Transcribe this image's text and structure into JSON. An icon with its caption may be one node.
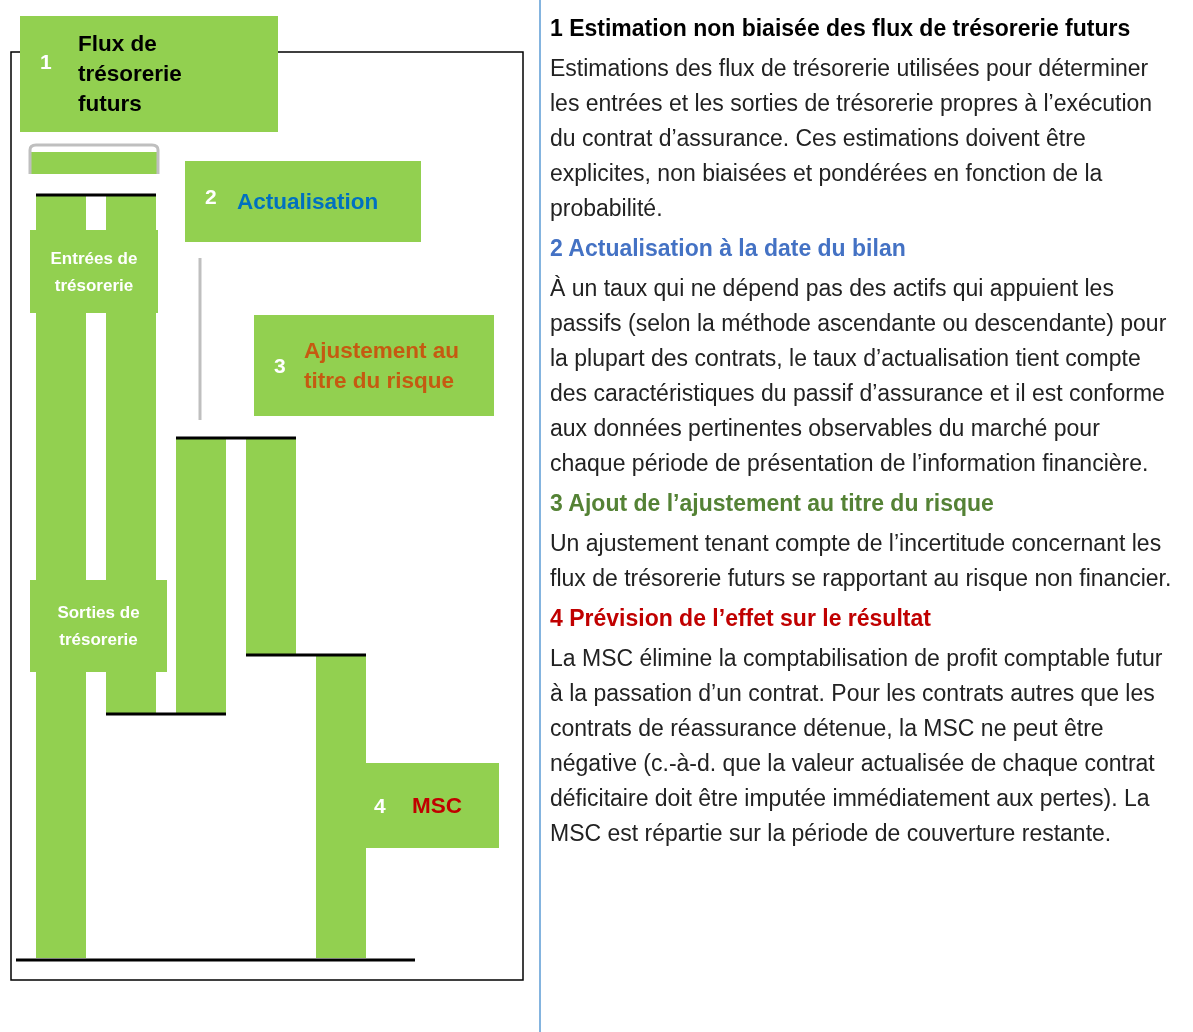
{
  "diagram": {
    "nodes": [
      {
        "text": [
          "1",
          "Flux de trésorerie futurs"
        ]
      },
      {
        "text": [
          "2",
          "Actualisation"
        ]
      },
      {
        "text": [
          "3",
          "Ajustement au titre du risque"
        ]
      },
      {
        "text": [
          "4",
          "MSC"
        ]
      },
      {
        "text": [
          "Entrées de trésorerie"
        ]
      },
      {
        "text": [
          "Sorties de trésorerie"
        ]
      }
    ],
    "labels": [
      "1 Estimation non biaisée des flux de trésorerie futurs",
      "Estimations des flux de trésorerie utilisées pour déterminer les entrées et les sorties de trésorerie propres à l’exécution du contrat d’assurance. Ces estimations doivent être explicites, non biaisées et pondérées en fonction de la probabilité.",
      "2 Actualisation à la date du bilan",
      "À un taux qui ne dépend pas des actifs qui appuient les passifs (selon la méthode ascendante ou descendante) pour la plupart des contrats, le taux d’actualisation tient compte des caractéristiques du passif d’assurance et il est conforme aux données pertinentes observables du marché pour chaque période de présentation de l’information financière.",
      "3 Ajout de l’ajustement au titre du risque",
      "Un ajustement tenant compte de l’incertitude concernant les flux de trésorerie futurs se rapportant au risque non financier.",
      "4 Prévision de l’effet sur le résultat",
      "La MSC élimine la comptabilisation de profit comptable futur à la passation d’un contrat. Pour les contrats autres que les contrats de réassurance détenue, la MSC ne peut être négative (c.-à-d. que la valeur actualisée de chaque contrat déficitaire doit être imputée immédiatement aux pertes). La MSC est répartie sur la période de couverture restante."
    ]
  }
}
